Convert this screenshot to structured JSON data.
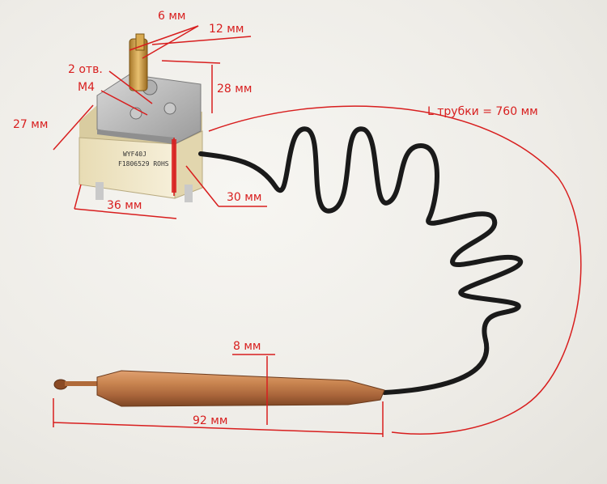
{
  "labels": {
    "shaft_d": "6 мм",
    "shaft_flat": "12 мм",
    "holes": "2 отв.",
    "thread": "M4",
    "height_top": "28 мм",
    "depth": "27 мм",
    "width": "36 мм",
    "body_height": "30 мм",
    "tube_length": "L трубки = 760 мм",
    "bulb_d": "8 мм",
    "bulb_len": "92 мм"
  },
  "product_marking": {
    "model": "WYF40J",
    "code": "F1806529 ROHS"
  },
  "colors": {
    "annotation": "#d81e1e",
    "background": "#efede8",
    "copper": "#c27a45",
    "body": "#f1ead0",
    "metal": "#b9b9b9",
    "wire": "#1a1a1a"
  }
}
